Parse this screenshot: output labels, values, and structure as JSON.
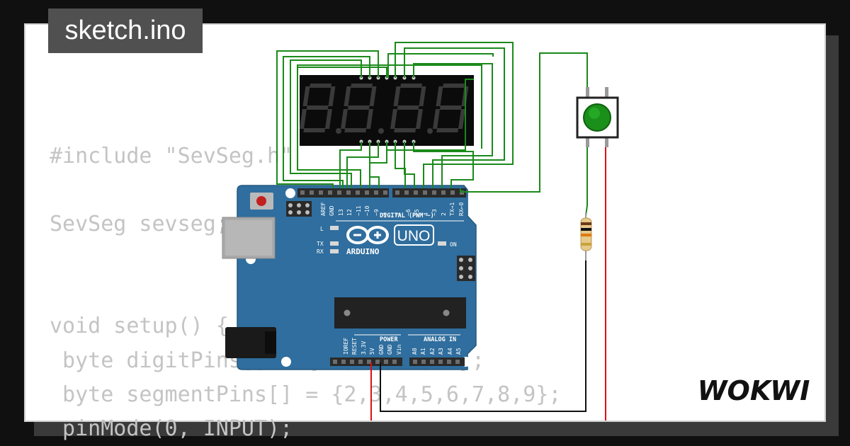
{
  "title": "sketch.ino",
  "code_lines": [
    "#include \"SevSeg.h\"",
    "",
    "SevSeg sevseg;",
    "",
    "",
    "void setup() {",
    " byte digitPins[] = {10,11,12,13};",
    " byte segmentPins[] = {2,3,4,5,6,7,8,9};",
    " pinMode(0, INPUT);"
  ],
  "logo": "WOKWI",
  "board": {
    "brand": "ARDUINO",
    "model": "UNO",
    "digital_label": "DIGITAL (PWM ~)",
    "power_label": "POWER",
    "analog_label": "ANALOG IN",
    "led_l": "L",
    "led_tx": "TX",
    "led_rx": "RX",
    "led_on": "ON",
    "digital_pins": [
      "AREF",
      "GND",
      "13",
      "12",
      "~11",
      "~10",
      "~9",
      "8",
      "7",
      "~6",
      "~5",
      "4",
      "~3",
      "2",
      "TX→1",
      "RX←0"
    ],
    "power_pins": [
      "IOREF",
      "RESET",
      "3.3V",
      "5V",
      "GND",
      "GND",
      "Vin"
    ],
    "analog_pins": [
      "A0",
      "A1",
      "A2",
      "A3",
      "A4",
      "A5"
    ]
  },
  "colors": {
    "background": "#101010",
    "board": "#2f6e9e",
    "wire_green": "#1a8a1a",
    "wire_red": "#dd1111",
    "wire_black": "#111111",
    "button": "#1a8f1a",
    "display": "#0b0b0b",
    "segment": "#3a3a3a"
  }
}
